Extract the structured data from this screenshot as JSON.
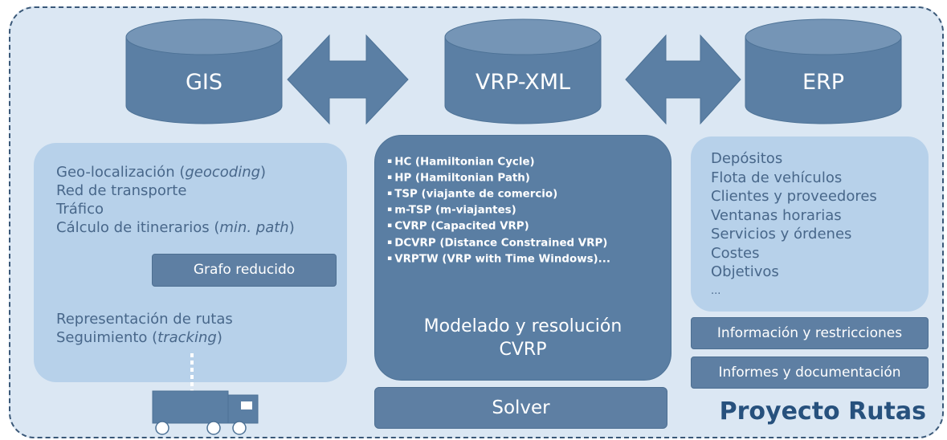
{
  "cylinders": {
    "gis": "GIS",
    "vrp_xml": "VRP-XML",
    "erp": "ERP"
  },
  "left_panel": {
    "items_top": [
      {
        "text": "Geo-localización (",
        "italic": "geocoding",
        "tail": ")"
      },
      {
        "text": "Red de transporte",
        "italic": "",
        "tail": ""
      },
      {
        "text": "Tráfico",
        "italic": "",
        "tail": ""
      },
      {
        "text": "Cálculo de itinerarios (",
        "italic": "min. path",
        "tail": ")"
      }
    ],
    "grafo_button": "Grafo reducido",
    "items_bottom": [
      {
        "text": "Representación de rutas",
        "italic": "",
        "tail": ""
      },
      {
        "text": "Seguimiento (",
        "italic": "tracking",
        "tail": ")"
      }
    ]
  },
  "center_panel": {
    "algorithms": [
      "HC (Hamiltonian Cycle)",
      "HP (Hamiltonian Path)",
      "TSP (viajante de comercio)",
      "m-TSP (m-viajantes)",
      "CVRP (Capacited VRP)",
      "DCVRP (Distance Constrained VRP)",
      "VRPTW (VRP with Time Windows)..."
    ],
    "title_line1": "Modelado y resolución",
    "title_line2": "CVRP",
    "solver": "Solver"
  },
  "right_panel": {
    "items": [
      "Depósitos",
      "Flota de vehículos",
      "Clientes y proveedores",
      "Ventanas horarias",
      "Servicios y órdenes",
      "Costes",
      "Objetivos",
      "..."
    ],
    "info_button": "Información y restricciones",
    "informes_button": "Informes y documentación"
  },
  "footer_title": "Proyecto Rutas",
  "colors": {
    "frame_bg": "#dbe7f3",
    "frame_border": "#3a5878",
    "light_panel": "#b7d1ea",
    "dark_panel": "#5a7ea3",
    "cylinder": "#5b7fa4",
    "text": "#48678a",
    "title": "#27517d"
  }
}
